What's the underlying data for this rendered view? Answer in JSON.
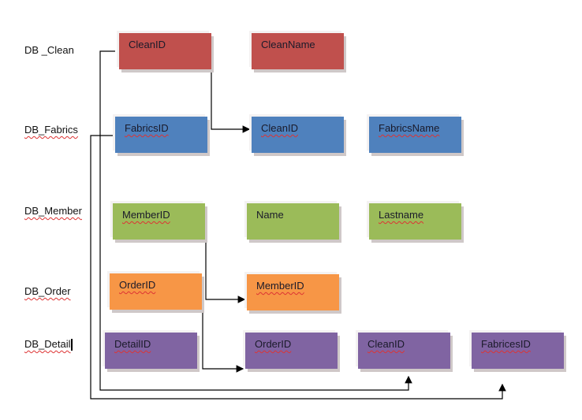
{
  "tables": [
    {
      "label": "DB _Clean",
      "fields": [
        "CleanID",
        "CleanName"
      ],
      "color": "#c0504d"
    },
    {
      "label": "DB_Fabrics",
      "fields": [
        "FabricsID",
        "CleanID",
        "FabricsName"
      ],
      "color": "#4f81bd"
    },
    {
      "label": "DB_Member",
      "fields": [
        "MemberID",
        "Name",
        "Lastname"
      ],
      "color": "#9bbb59"
    },
    {
      "label": "DB_Order",
      "fields": [
        "OrderID",
        "MemberID"
      ],
      "color": "#f79646"
    },
    {
      "label": "DB_Detail",
      "fields": [
        "DetailID",
        "OrderID",
        "CleanID",
        "FabricesID"
      ],
      "color": "#8064a2"
    }
  ]
}
